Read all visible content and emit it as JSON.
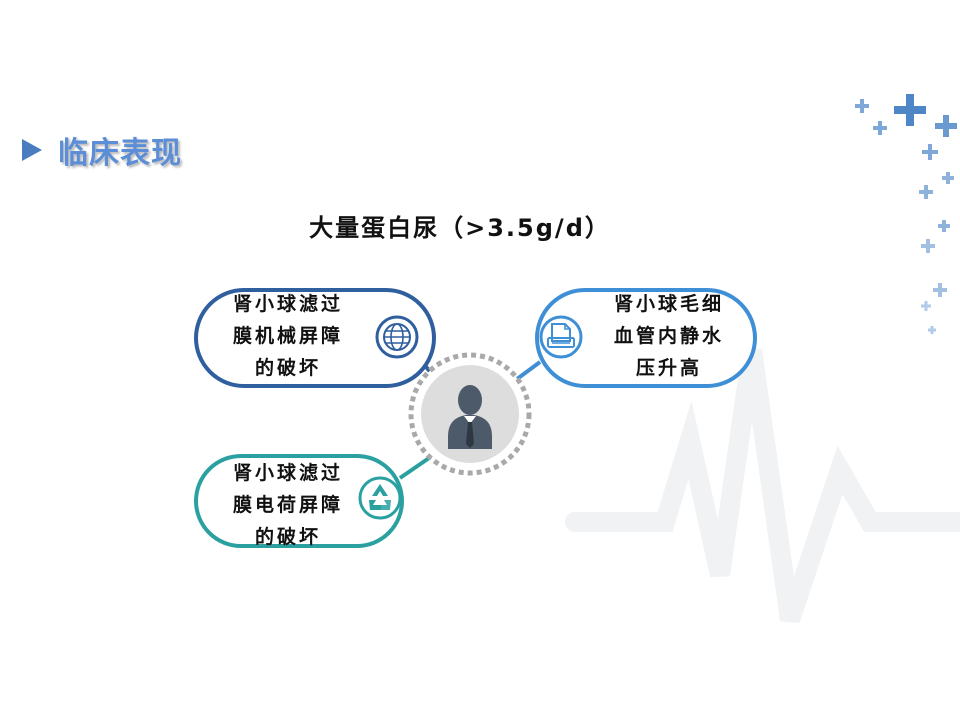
{
  "header": {
    "title": "临床表现"
  },
  "diagram": {
    "title": "大量蛋白尿（>3.5g/d）",
    "nodes": [
      {
        "lines": [
          "肾小球滤过",
          "膜机械屏障",
          "的破坏"
        ],
        "icon": "globe-icon",
        "color": "#2f5f9e"
      },
      {
        "lines": [
          "肾小球毛细",
          "血管内静水",
          "压升高"
        ],
        "icon": "document-icon",
        "color": "#3f8fd6"
      },
      {
        "lines": [
          "肾小球滤过",
          "膜电荷屏障",
          "的破坏"
        ],
        "icon": "recycle-icon",
        "color": "#2aa0a0"
      }
    ],
    "center_icon": "person-icon"
  }
}
